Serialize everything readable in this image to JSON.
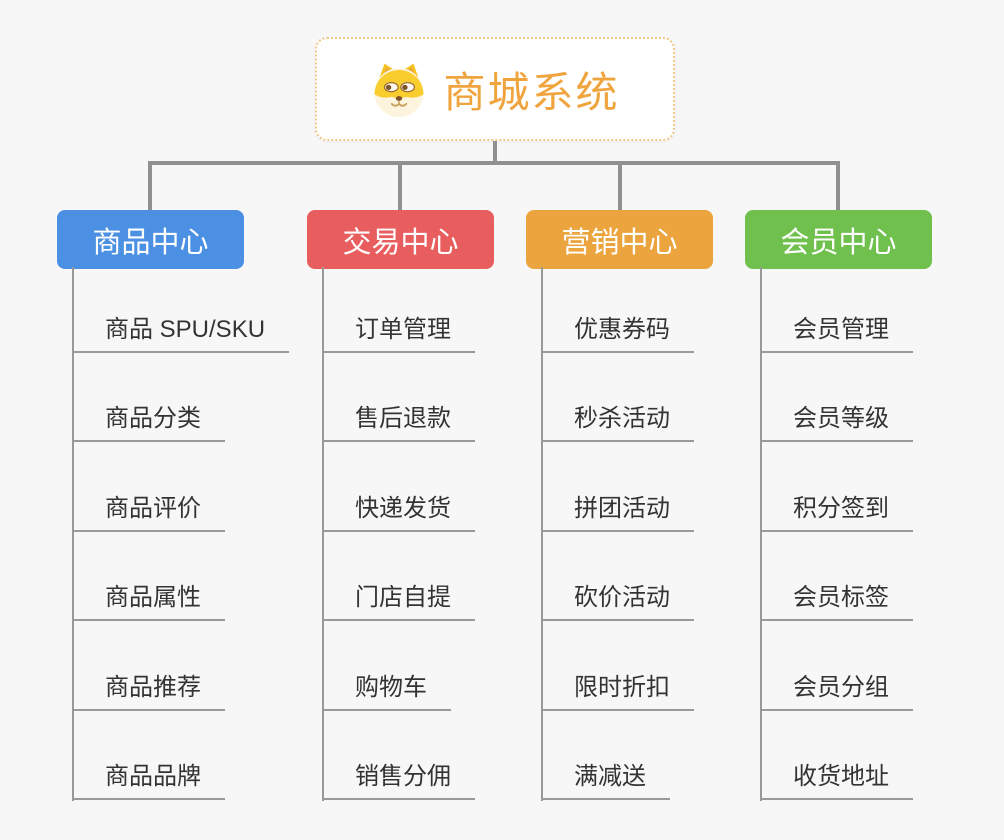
{
  "canvas": {
    "background": "#f7f7f7"
  },
  "root": {
    "label": "商城系统",
    "icon": "shiba-dog-icon",
    "text_color": "#f0a43e",
    "border_color": "#f3c684",
    "background": "#ffffff"
  },
  "connectors": {
    "color": "#909090",
    "branch_line_color": "#999999"
  },
  "item_text_color": "#333333",
  "branches": [
    {
      "label": "商品中心",
      "color": "#4b90e2",
      "text_color": "#ffffff",
      "children": [
        "商品 SPU/SKU",
        "商品分类",
        "商品评价",
        "商品属性",
        "商品推荐",
        "商品品牌"
      ]
    },
    {
      "label": "交易中心",
      "color": "#e85d5d",
      "text_color": "#ffffff",
      "children": [
        "订单管理",
        "售后退款",
        "快递发货",
        "门店自提",
        "购物车",
        "销售分佣"
      ]
    },
    {
      "label": "营销中心",
      "color": "#eca43e",
      "text_color": "#ffffff",
      "children": [
        "优惠券码",
        "秒杀活动",
        "拼团活动",
        "砍价活动",
        "限时折扣",
        "满减送"
      ]
    },
    {
      "label": "会员中心",
      "color": "#70c04e",
      "text_color": "#ffffff",
      "children": [
        "会员管理",
        "会员等级",
        "积分签到",
        "会员标签",
        "会员分组",
        "收货地址"
      ]
    }
  ]
}
